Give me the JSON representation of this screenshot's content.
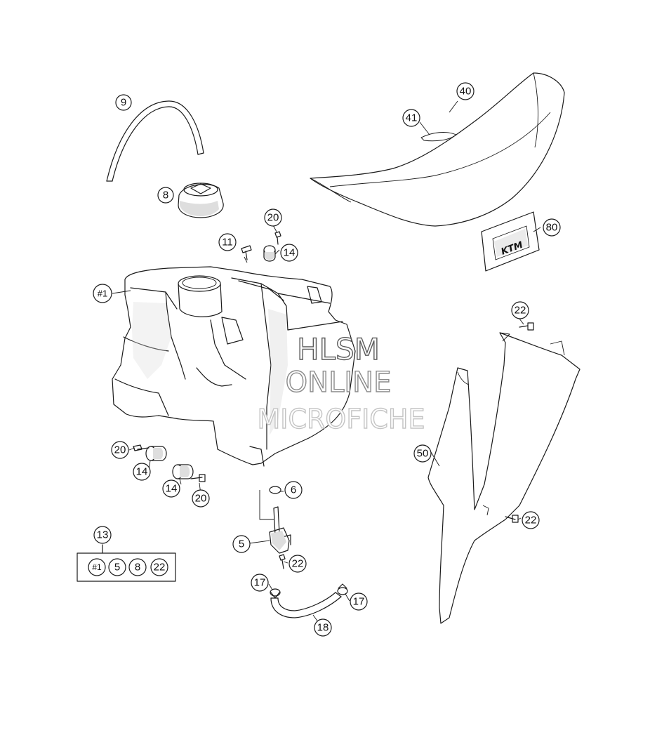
{
  "watermark": {
    "line1": "HLSM",
    "line2": "ONLINE",
    "line3": "MICROFICHE"
  },
  "parts": {
    "p1": "#1",
    "p5": "5",
    "p6": "6",
    "p8": "8",
    "p9": "9",
    "p11": "11",
    "p13": "13",
    "p14": "14",
    "p17": "17",
    "p18": "18",
    "p20": "20",
    "p22": "22",
    "p40": "40",
    "p41": "41",
    "p50": "50",
    "p80": "80"
  },
  "kit_13_contents": [
    "#1",
    "5",
    "8",
    "22"
  ],
  "sticker_logo": "KTM"
}
